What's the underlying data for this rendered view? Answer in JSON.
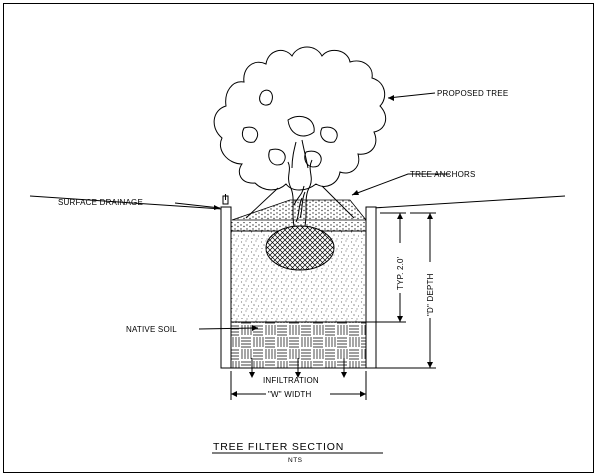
{
  "labels": {
    "proposed_tree": "PROPOSED TREE",
    "tree_anchors": "TREE ANCHORS",
    "surface_drainage": "SURFACE DRAINAGE",
    "native_soil": "NATIVE SOIL",
    "infiltration": "INFILTRATION",
    "w_width": "\"W\" WIDTH",
    "typ_depth": "TYP. 2.0'",
    "d_depth": "\"D\" DEPTH"
  },
  "title": {
    "main": "TREE FILTER SECTION",
    "sub": "NTS"
  }
}
